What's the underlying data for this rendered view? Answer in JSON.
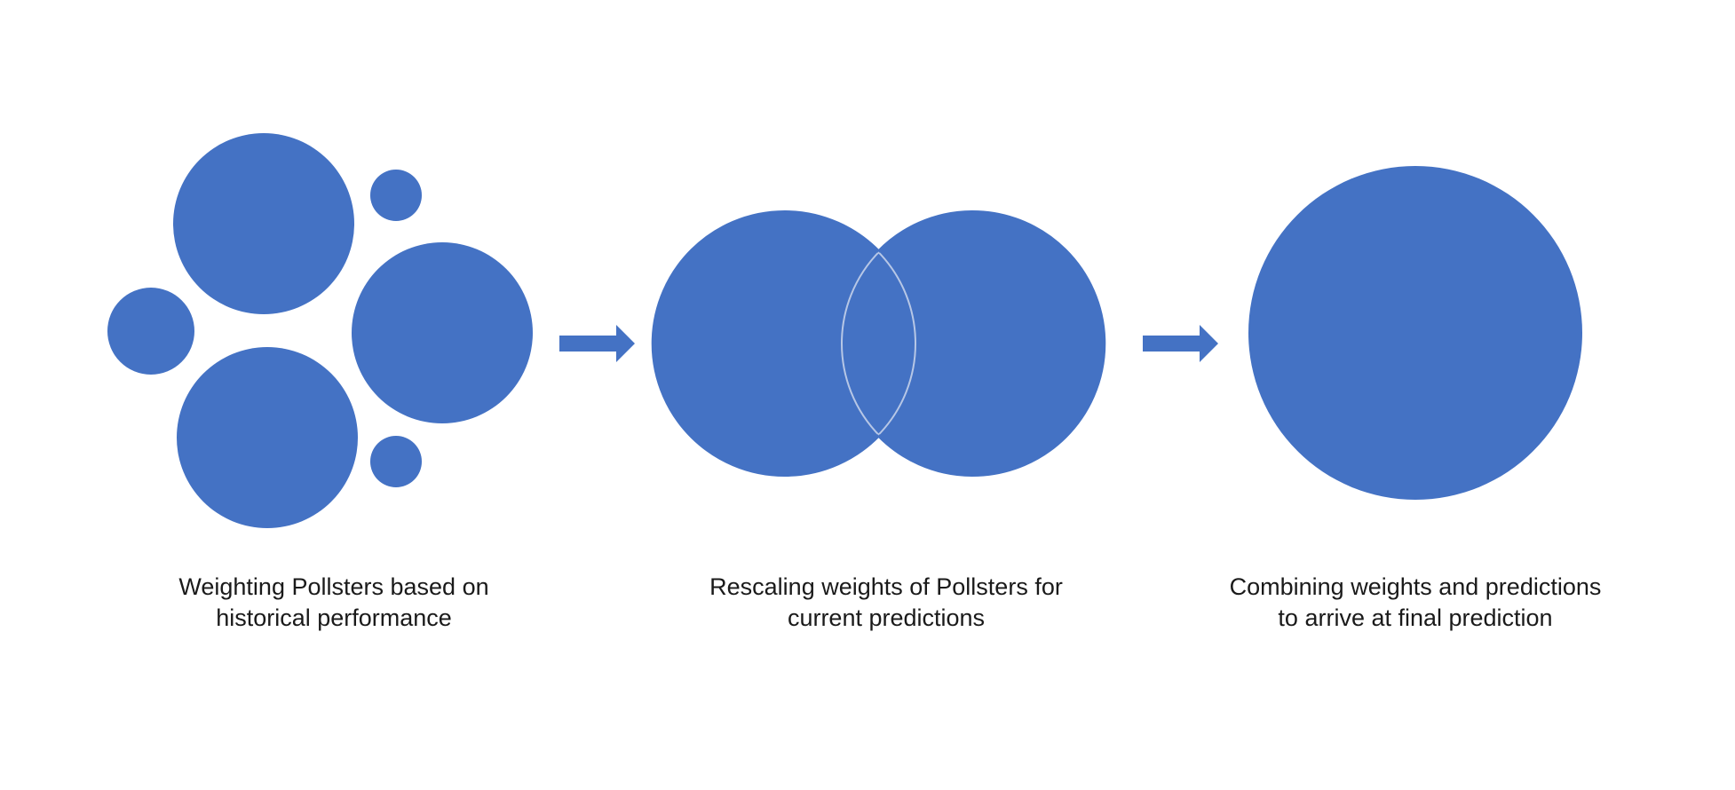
{
  "colors": {
    "circle_fill": "#4472C4",
    "arrow_fill": "#4472C4",
    "overlap_outline": "#B7C7E6",
    "text": "#1A1A1A",
    "background": "#FFFFFF"
  },
  "steps": [
    {
      "line1": "Weighting Pollsters based on",
      "line2": "historical performance"
    },
    {
      "line1": "Rescaling weights of Pollsters for",
      "line2": "current predictions"
    },
    {
      "line1": "Combining weights and predictions",
      "line2": "to arrive at final prediction"
    }
  ],
  "arrows": [
    {
      "icon": "right-arrow-icon"
    },
    {
      "icon": "right-arrow-icon"
    }
  ]
}
